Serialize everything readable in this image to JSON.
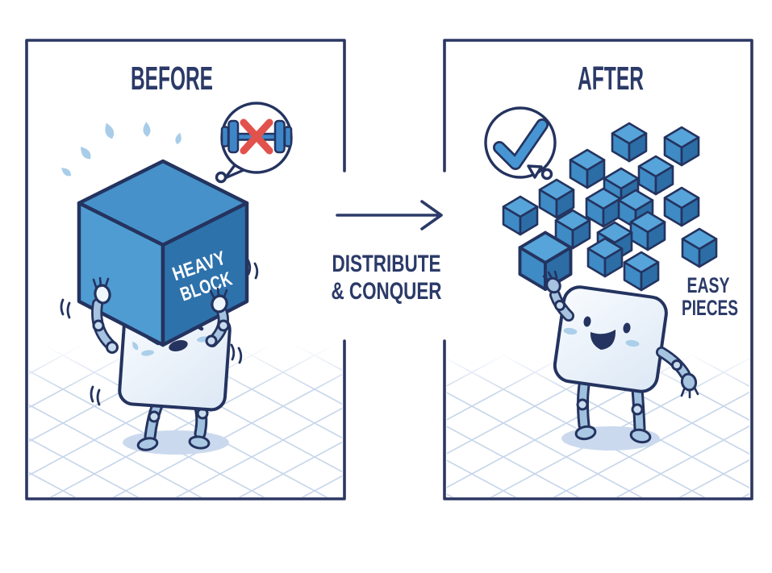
{
  "panels": {
    "before": {
      "title": "BEFORE"
    },
    "after": {
      "title": "AFTER"
    }
  },
  "center": {
    "label_line1": "DISTRIBUTE",
    "label_line2": "& CONQUER",
    "arrow_icon": "arrow-right-icon"
  },
  "before": {
    "block_label_line1": "HEAVY",
    "block_label_line2": "BLOCK",
    "thought_icon": "dumbbell-crossed-icon"
  },
  "after": {
    "pieces_label_line1": "EASY",
    "pieces_label_line2": "PIECES",
    "thought_icon": "checkmark-icon",
    "small_cube_count": 16
  },
  "colors": {
    "navy_outline": "#24335f",
    "title_text": "#2b3a68",
    "cube_top": "#4691c9",
    "cube_left": "#4f9cd2",
    "cube_right": "#2e72ac",
    "small_cube_top": "#56a4da",
    "small_cube_left": "#3e8bc5",
    "small_cube_right": "#2c6da6",
    "robot_body": "#f3f8fd",
    "limb_blue": "#9fc0de",
    "blush_blue": "#abcfeb",
    "grid_blue": "#c6d5ea",
    "shadow_blue": "#cbd9ee",
    "check_blue": "#4796d3",
    "dumbbell_blue": "#3e86c8",
    "x_red": "#e2524c",
    "block_text": "#ffffff"
  }
}
